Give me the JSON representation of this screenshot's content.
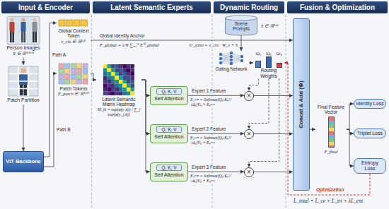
{
  "diagram": {
    "nodes": [
      {
        "text": [
          "Input & Encoder"
        ]
      },
      {
        "text": [
          "Latent Semantic Experts"
        ]
      },
      {
        "text": [
          "Dynamic Routing"
        ]
      },
      {
        "text": [
          "Fusion & Optimization"
        ]
      },
      {
        "text": [
          "Person Images",
          "X ∈ ℝᴴˣᵂˣ³"
        ]
      },
      {
        "text": [
          "Patch Partition"
        ]
      },
      {
        "text": [
          "ViT Backbone"
        ]
      },
      {
        "text": [
          "Global Context Token",
          "v_ctx ∈ ℝ¹ˣᴰ"
        ]
      },
      {
        "text": [
          "Patch Tokens",
          "E_patch ∈ ℝᴺˣᴰ"
        ]
      },
      {
        "text": [
          "Latent Semantic Matrix Heatmap",
          "M_ik = exp(φ(yᵢ,k)) / ∑_j exp(φ(y_j,k))"
        ]
      },
      {
        "text": [
          "Q, K, V",
          "Self Attention"
        ]
      },
      {
        "text": [
          "Q, K, V",
          "Self Attention"
        ]
      },
      {
        "text": [
          "Q, K, V",
          "Self Attention"
        ]
      },
      {
        "text": [
          "Scene Prompts"
        ]
      },
      {
        "text": [
          "Gating Network"
        ]
      },
      {
        "text": [
          "ω₁",
          "ω₂",
          "ω₃",
          "Routing Weights"
        ]
      },
      {
        "text": [
          "×"
        ]
      },
      {
        "text": [
          "×"
        ]
      },
      {
        "text": [
          "×"
        ]
      },
      {
        "text": [
          "Concat & Add (⊕)"
        ]
      },
      {
        "text": [
          "Final Feature Vector",
          "F_final"
        ]
      },
      {
        "text": [
          "Identity Loss"
        ]
      },
      {
        "text": [
          "Triplet Loss"
        ]
      },
      {
        "text": [
          "Entropy Loss"
        ]
      }
    ],
    "edges": [
      {
        "from": 4,
        "to": 5,
        "arrow": "to"
      },
      {
        "from": 5,
        "to": 6,
        "arrow": "to"
      },
      {
        "from": 6,
        "to": 7,
        "label": "Path A",
        "arrow": "to"
      },
      {
        "from": 6,
        "to": 8,
        "label": "Path B",
        "arrow": "to"
      },
      {
        "from": 7,
        "to": 19,
        "label": "Global Identity Anchor",
        "arrow": "to"
      },
      {
        "from": 8,
        "to": 9,
        "arrow": "to"
      },
      {
        "from": 9,
        "to": 10,
        "arrow": "to"
      },
      {
        "from": 9,
        "to": 11,
        "arrow": "to"
      },
      {
        "from": 9,
        "to": 12,
        "arrow": "to"
      },
      {
        "from": 10,
        "to": 16,
        "label": "Expert 1 Feature",
        "arrow": "to"
      },
      {
        "from": 11,
        "to": 17,
        "label": "Expert 2 Feature",
        "arrow": "to"
      },
      {
        "from": 12,
        "to": 18,
        "label": "Expert 3 Feature",
        "arrow": "to"
      },
      {
        "from": 13,
        "to": 14,
        "arrow": "to"
      },
      {
        "from": 14,
        "to": 15,
        "arrow": "to"
      },
      {
        "from": 15,
        "to": 16,
        "arrow": "to"
      },
      {
        "from": 15,
        "to": 17,
        "arrow": "to"
      },
      {
        "from": 15,
        "to": 18,
        "arrow": "to"
      },
      {
        "from": 16,
        "to": 19,
        "arrow": "to"
      },
      {
        "from": 17,
        "to": 19,
        "arrow": "to"
      },
      {
        "from": 18,
        "to": 19,
        "arrow": "to"
      },
      {
        "from": 19,
        "to": 20,
        "arrow": "to"
      },
      {
        "from": 20,
        "to": 21,
        "arrow": "to"
      },
      {
        "from": 20,
        "to": 22,
        "arrow": "to"
      },
      {
        "from": 20,
        "to": 23,
        "arrow": "to"
      },
      {
        "from": 23,
        "to": 15,
        "label": "Optimization",
        "arrow": "to"
      }
    ],
    "labels": [
      "F_global = 1/N ∑ᵢ₌₁ᴺ E⁽ⁱ⁾_global",
      "S ∈ ℝ¹ˣᵈˢ",
      "U_joint = v_ctx · W_s + S",
      "E₁ᵃᵗᵗⁿ = Softmax(Qₖ·Kₖᵀ/√dₖ)Vₖ + Eₖʳᵃʷ",
      "E₂ᵃᵗᵗⁿ = Softmax(Qₖ·Kₖᵀ/√dₖ)Vₖ + Eₖʳᵃʷ",
      "E₃ᵃᵗᵗⁿ = Softmax(Qₖ·Kₖᵀ/√dₖ)Vₖ + Eₖʳᵃʷ",
      "L_total = L_ce + L_tri + λL_ent"
    ]
  }
}
